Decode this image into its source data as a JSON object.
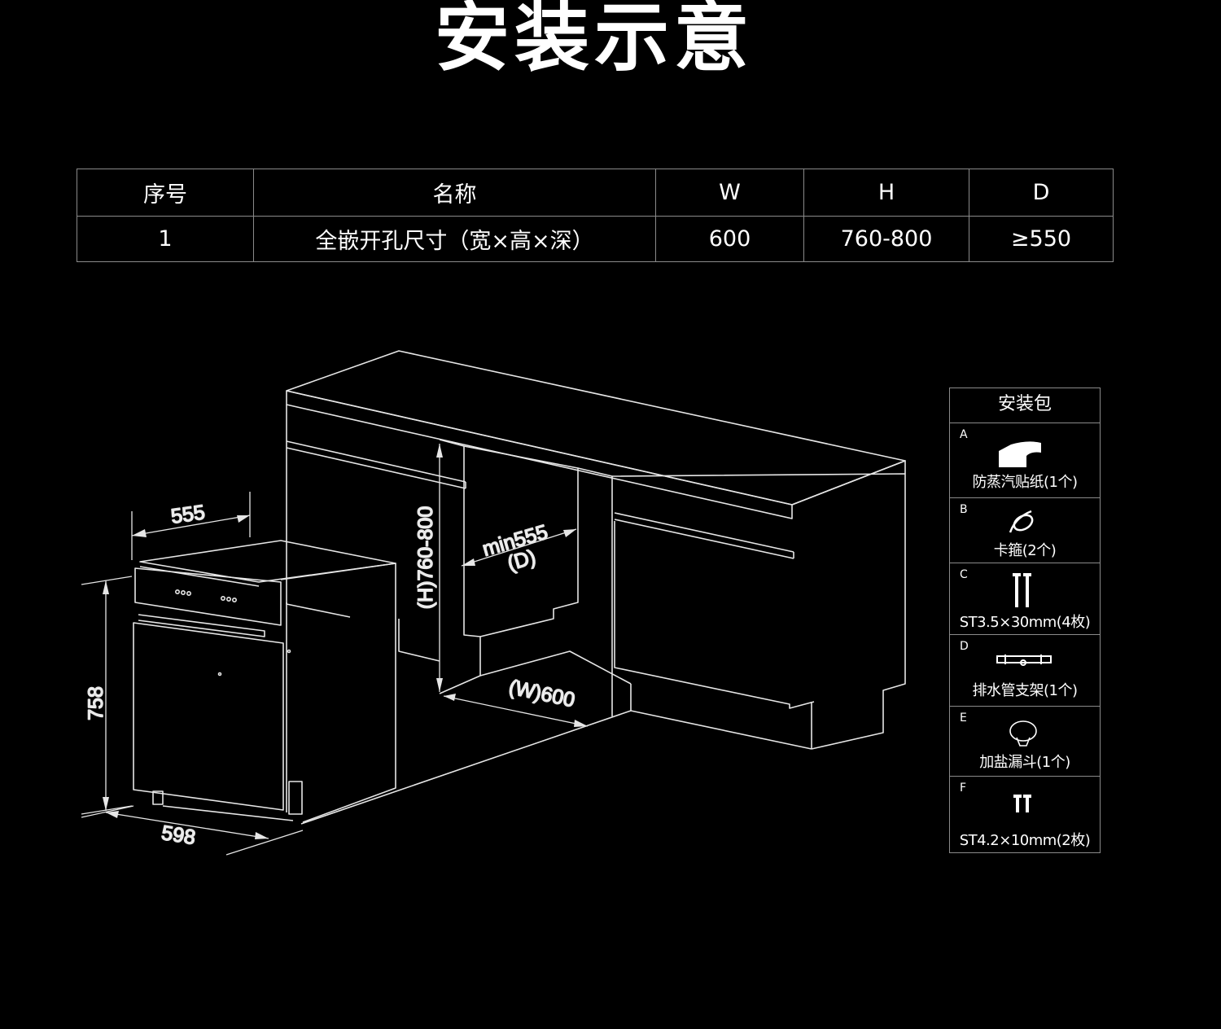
{
  "title": "安装示意",
  "spec_table": {
    "headers": [
      "序号",
      "名称",
      "W",
      "H",
      "D"
    ],
    "row": [
      "1",
      "全嵌开孔尺寸（宽×高×深）",
      "600",
      "760-800",
      "≥550"
    ]
  },
  "diagram": {
    "dishwasher_depth": "555",
    "dishwasher_height": "758",
    "dishwasher_width": "598",
    "cutout_height": "(H)760-800",
    "cutout_depth_min": "min555",
    "cutout_depth_label": "(D)",
    "cutout_width": "(W)600"
  },
  "kit": {
    "title": "安装包",
    "items": [
      {
        "letter": "A",
        "label": "防蒸汽贴纸(1个)",
        "icon": "sticker-icon"
      },
      {
        "letter": "B",
        "label": "卡箍(2个)",
        "icon": "clamp-icon"
      },
      {
        "letter": "C",
        "label": "ST3.5×30mm(4枚)",
        "icon": "long-screw-icon"
      },
      {
        "letter": "D",
        "label": "排水管支架(1个)",
        "icon": "drain-bracket-icon"
      },
      {
        "letter": "E",
        "label": "加盐漏斗(1个)",
        "icon": "salt-funnel-icon"
      },
      {
        "letter": "F",
        "label": "ST4.2×10mm(2枚)",
        "icon": "short-screw-icon"
      }
    ]
  }
}
